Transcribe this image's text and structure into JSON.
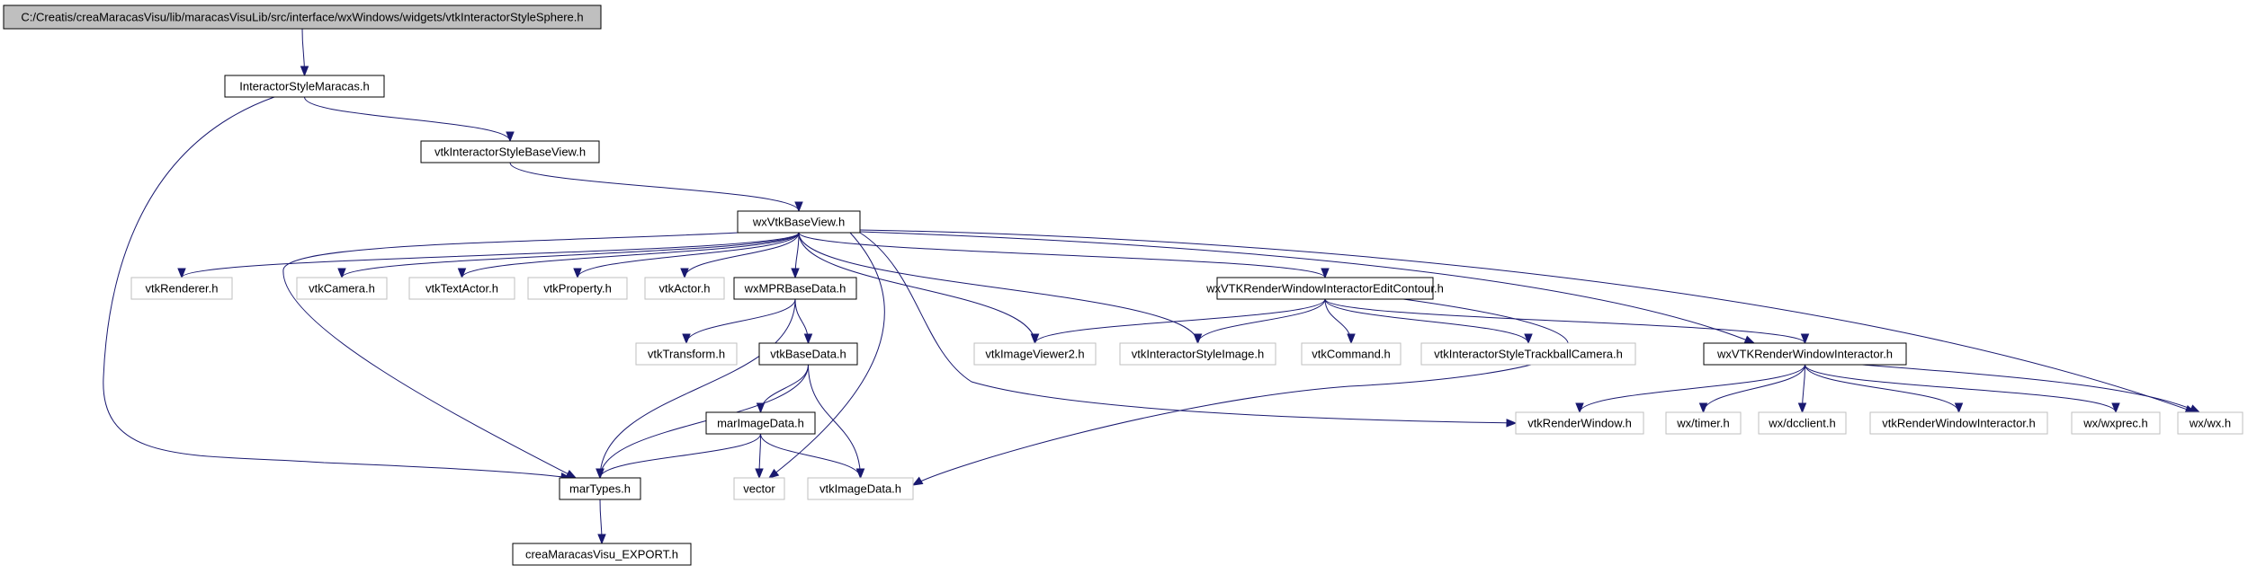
{
  "colors": {
    "root_fill": "#bfbfbf",
    "node_fill": "#ffffff",
    "strong_border": "#000000",
    "weak_border": "#bfbfbf",
    "weak_text": "#7f7f7f",
    "edge": "#191970"
  },
  "nodes": [
    {
      "id": "n0",
      "label": "C:/Creatis/creaMaracasVisu/lib/maracasVisuLib/src/interface/wxWindows/widgets/vtkInteractorStyleSphere.h",
      "style": "root"
    },
    {
      "id": "n1",
      "label": "InteractorStyleMaracas.h",
      "style": "strong"
    },
    {
      "id": "n2",
      "label": "vtkInteractorStyleBaseView.h",
      "style": "strong"
    },
    {
      "id": "n3",
      "label": "wxVtkBaseView.h",
      "style": "strong"
    },
    {
      "id": "n4",
      "label": "vtkRenderer.h",
      "style": "weak"
    },
    {
      "id": "n5",
      "label": "vtkCamera.h",
      "style": "weak"
    },
    {
      "id": "n6",
      "label": "vtkTextActor.h",
      "style": "weak"
    },
    {
      "id": "n7",
      "label": "vtkProperty.h",
      "style": "weak"
    },
    {
      "id": "n8",
      "label": "vtkActor.h",
      "style": "weak"
    },
    {
      "id": "n9",
      "label": "wxMPRBaseData.h",
      "style": "strong"
    },
    {
      "id": "n10",
      "label": "wxVTKRenderWindowInteractorEditContour.h",
      "style": "strong"
    },
    {
      "id": "n11",
      "label": "vtkTransform.h",
      "style": "weak"
    },
    {
      "id": "n12",
      "label": "vtkBaseData.h",
      "style": "strong"
    },
    {
      "id": "n13",
      "label": "vtkImageViewer2.h",
      "style": "weak"
    },
    {
      "id": "n14",
      "label": "vtkInteractorStyleImage.h",
      "style": "weak"
    },
    {
      "id": "n15",
      "label": "vtkCommand.h",
      "style": "weak"
    },
    {
      "id": "n16",
      "label": "vtkInteractorStyleTrackballCamera.h",
      "style": "weak"
    },
    {
      "id": "n17",
      "label": "wxVTKRenderWindowInteractor.h",
      "style": "strong"
    },
    {
      "id": "n18",
      "label": "marImageData.h",
      "style": "strong"
    },
    {
      "id": "n19",
      "label": "vtkRenderWindow.h",
      "style": "weak"
    },
    {
      "id": "n20",
      "label": "wx/timer.h",
      "style": "weak"
    },
    {
      "id": "n21",
      "label": "wx/dcclient.h",
      "style": "weak"
    },
    {
      "id": "n22",
      "label": "vtkRenderWindowInteractor.h",
      "style": "weak"
    },
    {
      "id": "n23",
      "label": "wx/wxprec.h",
      "style": "weak"
    },
    {
      "id": "n24",
      "label": "wx/wx.h",
      "style": "weak"
    },
    {
      "id": "n25",
      "label": "marTypes.h",
      "style": "strong"
    },
    {
      "id": "n26",
      "label": "vector",
      "style": "weak"
    },
    {
      "id": "n27",
      "label": "vtkImageData.h",
      "style": "weak"
    },
    {
      "id": "n28",
      "label": "creaMaracasVisu_EXPORT.h",
      "style": "strong"
    }
  ],
  "edges": [
    {
      "from": "n0",
      "to": "n1"
    },
    {
      "from": "n1",
      "to": "n2"
    },
    {
      "from": "n1",
      "to": "n25"
    },
    {
      "from": "n2",
      "to": "n3"
    },
    {
      "from": "n3",
      "to": "n4"
    },
    {
      "from": "n3",
      "to": "n5"
    },
    {
      "from": "n3",
      "to": "n6"
    },
    {
      "from": "n3",
      "to": "n7"
    },
    {
      "from": "n3",
      "to": "n8"
    },
    {
      "from": "n3",
      "to": "n9"
    },
    {
      "from": "n3",
      "to": "n10"
    },
    {
      "from": "n3",
      "to": "n13"
    },
    {
      "from": "n3",
      "to": "n14"
    },
    {
      "from": "n3",
      "to": "n17"
    },
    {
      "from": "n3",
      "to": "n19"
    },
    {
      "from": "n3",
      "to": "n24"
    },
    {
      "from": "n3",
      "to": "n25"
    },
    {
      "from": "n3",
      "to": "n26"
    },
    {
      "from": "n9",
      "to": "n11"
    },
    {
      "from": "n9",
      "to": "n12"
    },
    {
      "from": "n9",
      "to": "n25"
    },
    {
      "from": "n10",
      "to": "n13"
    },
    {
      "from": "n10",
      "to": "n14"
    },
    {
      "from": "n10",
      "to": "n15"
    },
    {
      "from": "n10",
      "to": "n16"
    },
    {
      "from": "n10",
      "to": "n17"
    },
    {
      "from": "n10",
      "to": "n27"
    },
    {
      "from": "n12",
      "to": "n18"
    },
    {
      "from": "n12",
      "to": "n25"
    },
    {
      "from": "n12",
      "to": "n27"
    },
    {
      "from": "n17",
      "to": "n19"
    },
    {
      "from": "n17",
      "to": "n20"
    },
    {
      "from": "n17",
      "to": "n21"
    },
    {
      "from": "n17",
      "to": "n22"
    },
    {
      "from": "n17",
      "to": "n23"
    },
    {
      "from": "n17",
      "to": "n24"
    },
    {
      "from": "n18",
      "to": "n25"
    },
    {
      "from": "n18",
      "to": "n26"
    },
    {
      "from": "n18",
      "to": "n27"
    },
    {
      "from": "n25",
      "to": "n28"
    }
  ]
}
